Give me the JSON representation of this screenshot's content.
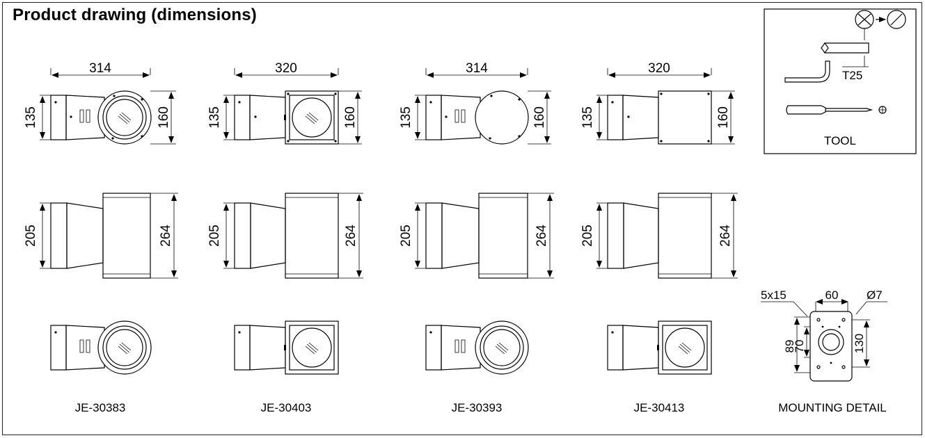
{
  "title": "Product drawing (dimensions)",
  "tool_box": {
    "label": "TOOL",
    "bit_label": "T25"
  },
  "products": [
    {
      "code": "JE-30383",
      "width": "314",
      "height_rear": "135",
      "height_front": "160",
      "depth_rear": "205",
      "depth_front": "264",
      "head": "round-ring"
    },
    {
      "code": "JE-30403",
      "width": "320",
      "height_rear": "135",
      "height_front": "160",
      "depth_rear": "205",
      "depth_front": "264",
      "head": "square"
    },
    {
      "code": "JE-30393",
      "width": "314",
      "height_rear": "135",
      "height_front": "160",
      "depth_rear": "205",
      "depth_front": "264",
      "head": "round-plain"
    },
    {
      "code": "JE-30413",
      "width": "320",
      "height_rear": "135",
      "height_front": "160",
      "depth_rear": "205",
      "depth_front": "264",
      "head": "square-plain"
    }
  ],
  "mounting": {
    "label": "MOUNTING DETAIL",
    "slot": "5x15",
    "spacing": "60",
    "hole": "Ø7",
    "dim_a": "89",
    "dim_b": "70",
    "dim_c": "130"
  }
}
